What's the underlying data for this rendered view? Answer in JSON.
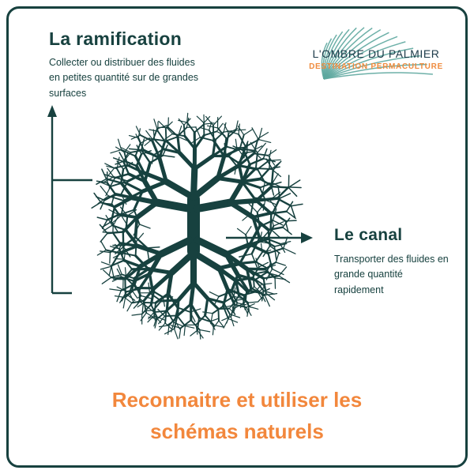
{
  "colors": {
    "teal": "#17413f",
    "orange": "#f2873c",
    "logo_navy": "#1c3a49",
    "leaf_teal": "#5da79f"
  },
  "ramification": {
    "title": "La ramification",
    "description": "Collecter ou distribuer des fluides en petites quantité sur de grandes surfaces"
  },
  "canal": {
    "title": "Le canal",
    "description": "Transporter des fluides en grande quantité rapidement"
  },
  "logo": {
    "line1": "L'OMBRE DU PALMIER",
    "line2": "DESTINATION PERMACULTURE"
  },
  "footer": {
    "line1": "Reconnaitre et utiliser les",
    "line2": "schémas naturels"
  }
}
